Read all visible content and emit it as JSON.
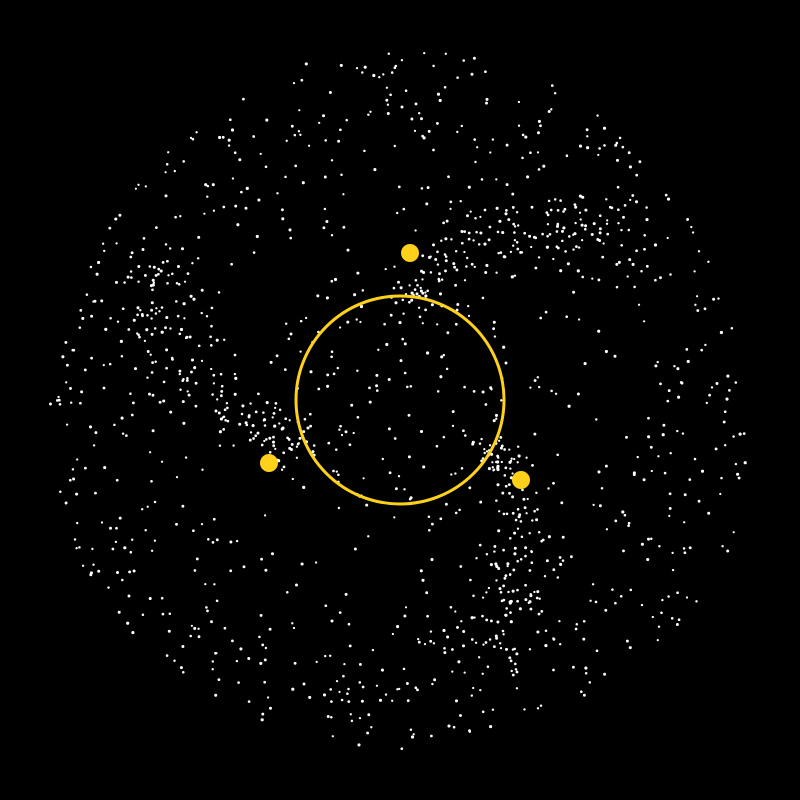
{
  "colors": {
    "background": "#000000",
    "particle": "#ffffff",
    "accent": "#ffd11a"
  },
  "scene": {
    "particle_count": 1400,
    "random_seed": 1337,
    "central_ring": {
      "shape": "circle",
      "stroke_color": "#ffd11a"
    },
    "attractors": [
      {
        "name": "top",
        "color": "#ffd11a"
      },
      {
        "name": "left",
        "color": "#ffd11a"
      },
      {
        "name": "right",
        "color": "#ffd11a"
      }
    ]
  }
}
